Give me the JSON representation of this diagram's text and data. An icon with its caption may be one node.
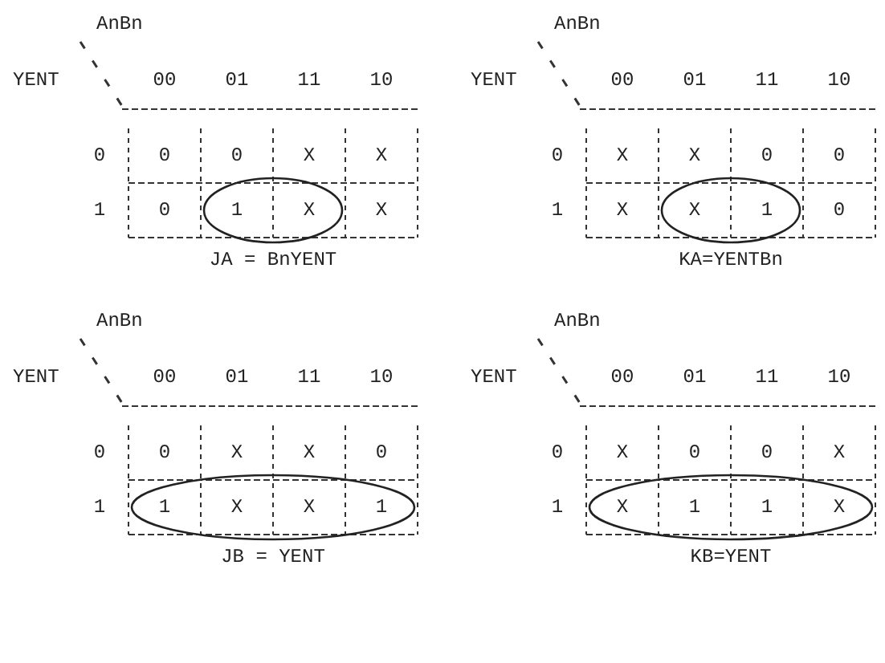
{
  "diagram": {
    "labels": [
      "AnBn",
      "YENT",
      "00",
      "01",
      "11",
      "10",
      "0",
      "0",
      "0",
      "X",
      "X",
      "1",
      "0",
      "1",
      "X",
      "X",
      "JA = BnYENT",
      "AnBn",
      "YENT",
      "00",
      "01",
      "11",
      "10",
      "0",
      "X",
      "X",
      "0",
      "0",
      "1",
      "X",
      "X",
      "1",
      "0",
      "KA=YENTBn",
      "AnBn",
      "YENT",
      "00",
      "01",
      "11",
      "10",
      "0",
      "0",
      "X",
      "X",
      "0",
      "1",
      "1",
      "X",
      "X",
      "1",
      "JB = YENT",
      "AnBn",
      "YENT",
      "00",
      "01",
      "11",
      "10",
      "0",
      "X",
      "0",
      "0",
      "X",
      "1",
      "X",
      "1",
      "1",
      "X",
      "KB=YENT"
    ]
  }
}
